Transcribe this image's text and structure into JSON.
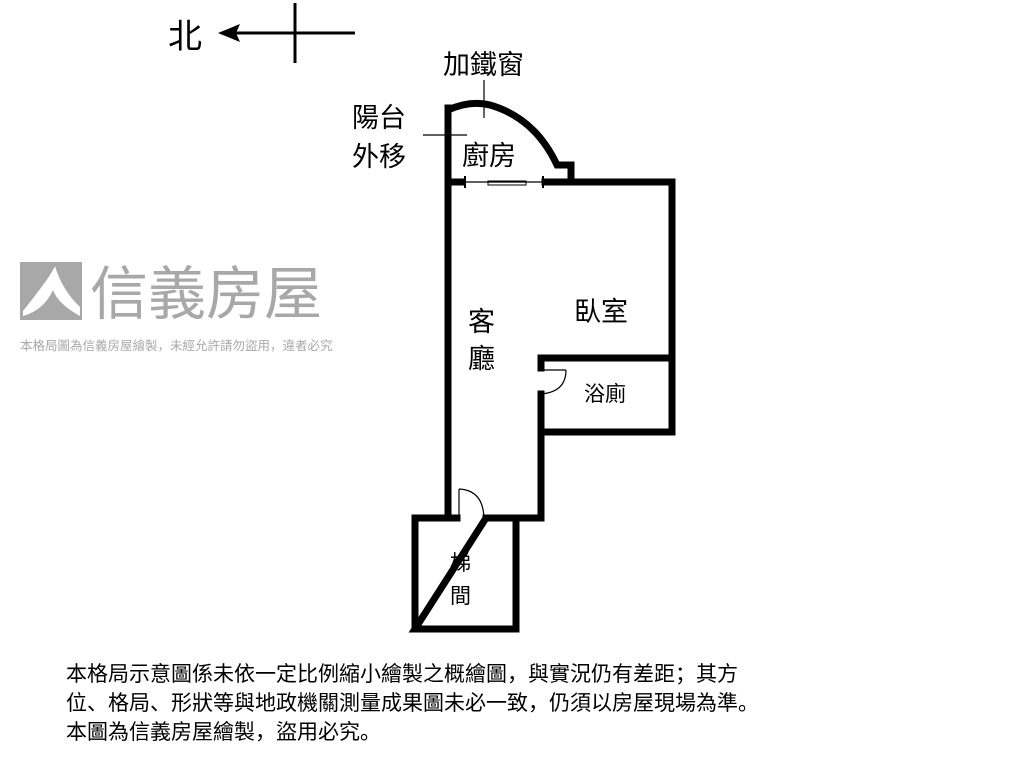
{
  "compass": {
    "north": "北"
  },
  "labels": {
    "iron_window": "加鐵窗",
    "balcony_line1": "陽台",
    "balcony_line2": "外移",
    "kitchen": "廚房",
    "bedroom": "臥室",
    "living_line1": "客",
    "living_line2": "廳",
    "bathroom": "浴廁",
    "stair_line1": "梯",
    "stair_line2": "間"
  },
  "watermark": {
    "brand": "信義房屋",
    "notice": "本格局圖為信義房屋繪製，未經允許請勿盜用，違者必究"
  },
  "disclaimer": {
    "line1": "本格局示意圖係未依一定比例縮小繪製之概繪圖，與實況仍有差距；其方",
    "line2": "位、格局、形狀等與地政機關測量成果圖未必一致，仍須以房屋現場為準。",
    "line3": "本圖為信義房屋繪製，盜用必究。"
  },
  "colors": {
    "wall": "#000000",
    "watermark": "#9a9a9a"
  }
}
